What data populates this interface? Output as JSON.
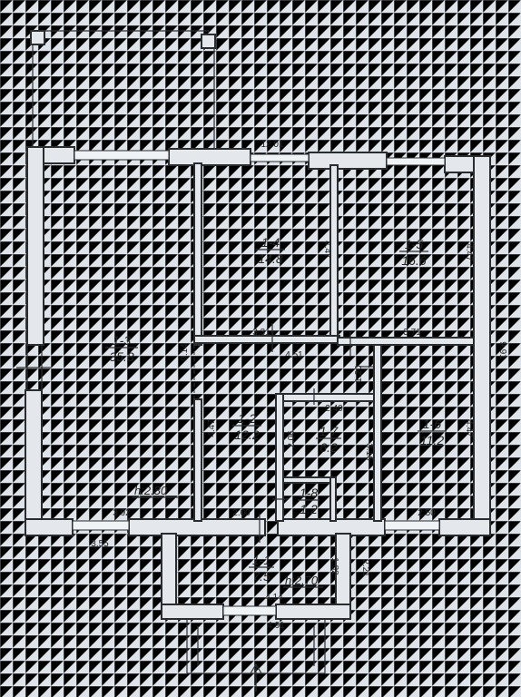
{
  "rooms": [
    {
      "id": "1-3",
      "area": "35.8"
    },
    {
      "id": "1-4",
      "area": "14.8"
    },
    {
      "id": "1-5",
      "area": "16.6"
    },
    {
      "id": "1-2",
      "area": "12.2"
    },
    {
      "id": "1-7",
      "area": "6.2"
    },
    {
      "id": "1-6",
      "area": "11.2"
    },
    {
      "id": "1-8",
      "area": "1.2"
    },
    {
      "id": "1-1",
      "area": "7.5"
    }
  ],
  "ceiling_heights": {
    "main": "h:2.80",
    "vestibule": "h:2.70"
  },
  "dimensions": {
    "top_width": "12.01",
    "right_height": "9.91",
    "r14_side": "4.47",
    "r14_bottom": "3.31",
    "r15_side": "4.47",
    "r15_bottom": "3.71",
    "hall_width": "4.51",
    "r13_side": "9.14",
    "r12_side": "4.47",
    "small_gap": "1.20",
    "r17_width": "2.40",
    "r17_side": "2.06",
    "r17_right": "3.16",
    "r16_side": "4.47",
    "r13_bottom_inner": "3.92",
    "r13_bottom_outer": "3.55",
    "hall_bottom": "2.00",
    "r16_bottom": "2.50",
    "vest_side_inner": "1.82",
    "vest_side_outer": "2.21",
    "vest_inner_width": "4.14",
    "vest_outer_width": "4.91"
  }
}
